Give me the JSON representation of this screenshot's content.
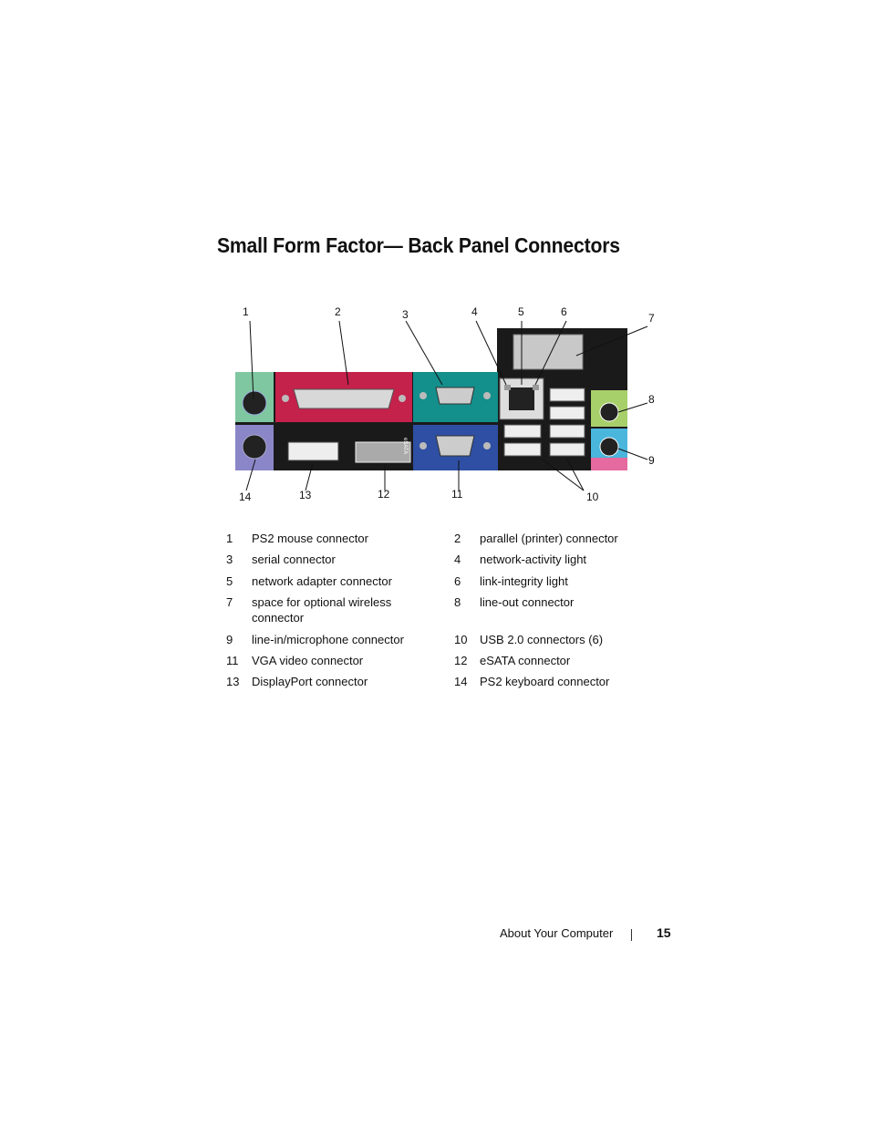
{
  "title": "Small Form Factor— Back Panel Connectors",
  "figure": {
    "callout_labels": [
      "1",
      "2",
      "3",
      "4",
      "5",
      "6",
      "7",
      "8",
      "9",
      "10",
      "11",
      "12",
      "13",
      "14"
    ],
    "panel_text": {
      "esata": "eSATA"
    }
  },
  "legend": [
    {
      "left": {
        "num": "1",
        "text": "PS2 mouse connector"
      },
      "right": {
        "num": "2",
        "text": "parallel (printer) connector"
      }
    },
    {
      "left": {
        "num": "3",
        "text": "serial connector"
      },
      "right": {
        "num": "4",
        "text": "network-activity light"
      }
    },
    {
      "left": {
        "num": "5",
        "text": "network adapter connector"
      },
      "right": {
        "num": "6",
        "text": "link-integrity light"
      }
    },
    {
      "left": {
        "num": "7",
        "text": "space for optional wireless connector"
      },
      "right": {
        "num": "8",
        "text": "line-out connector"
      }
    },
    {
      "left": {
        "num": "9",
        "text": "line-in/microphone connector"
      },
      "right": {
        "num": "10",
        "text": "USB 2.0 connectors (6)"
      }
    },
    {
      "left": {
        "num": "11",
        "text": "VGA video connector"
      },
      "right": {
        "num": "12",
        "text": "eSATA connector"
      }
    },
    {
      "left": {
        "num": "13",
        "text": "DisplayPort connector"
      },
      "right": {
        "num": "14",
        "text": "PS2 keyboard connector"
      }
    }
  ],
  "footer": {
    "section": "About Your Computer",
    "page": "15"
  },
  "colors": {
    "ps2_mouse": "#7fc7a0",
    "ps2_keyboard": "#8a86c8",
    "parallel": "#c4214b",
    "serial": "#138f8c",
    "vga": "#2e4fa3",
    "line_out": "#a8d06a",
    "line_in": "#4ab6dc",
    "mic": "#e46aa0",
    "panel": "#1a1a1a"
  }
}
